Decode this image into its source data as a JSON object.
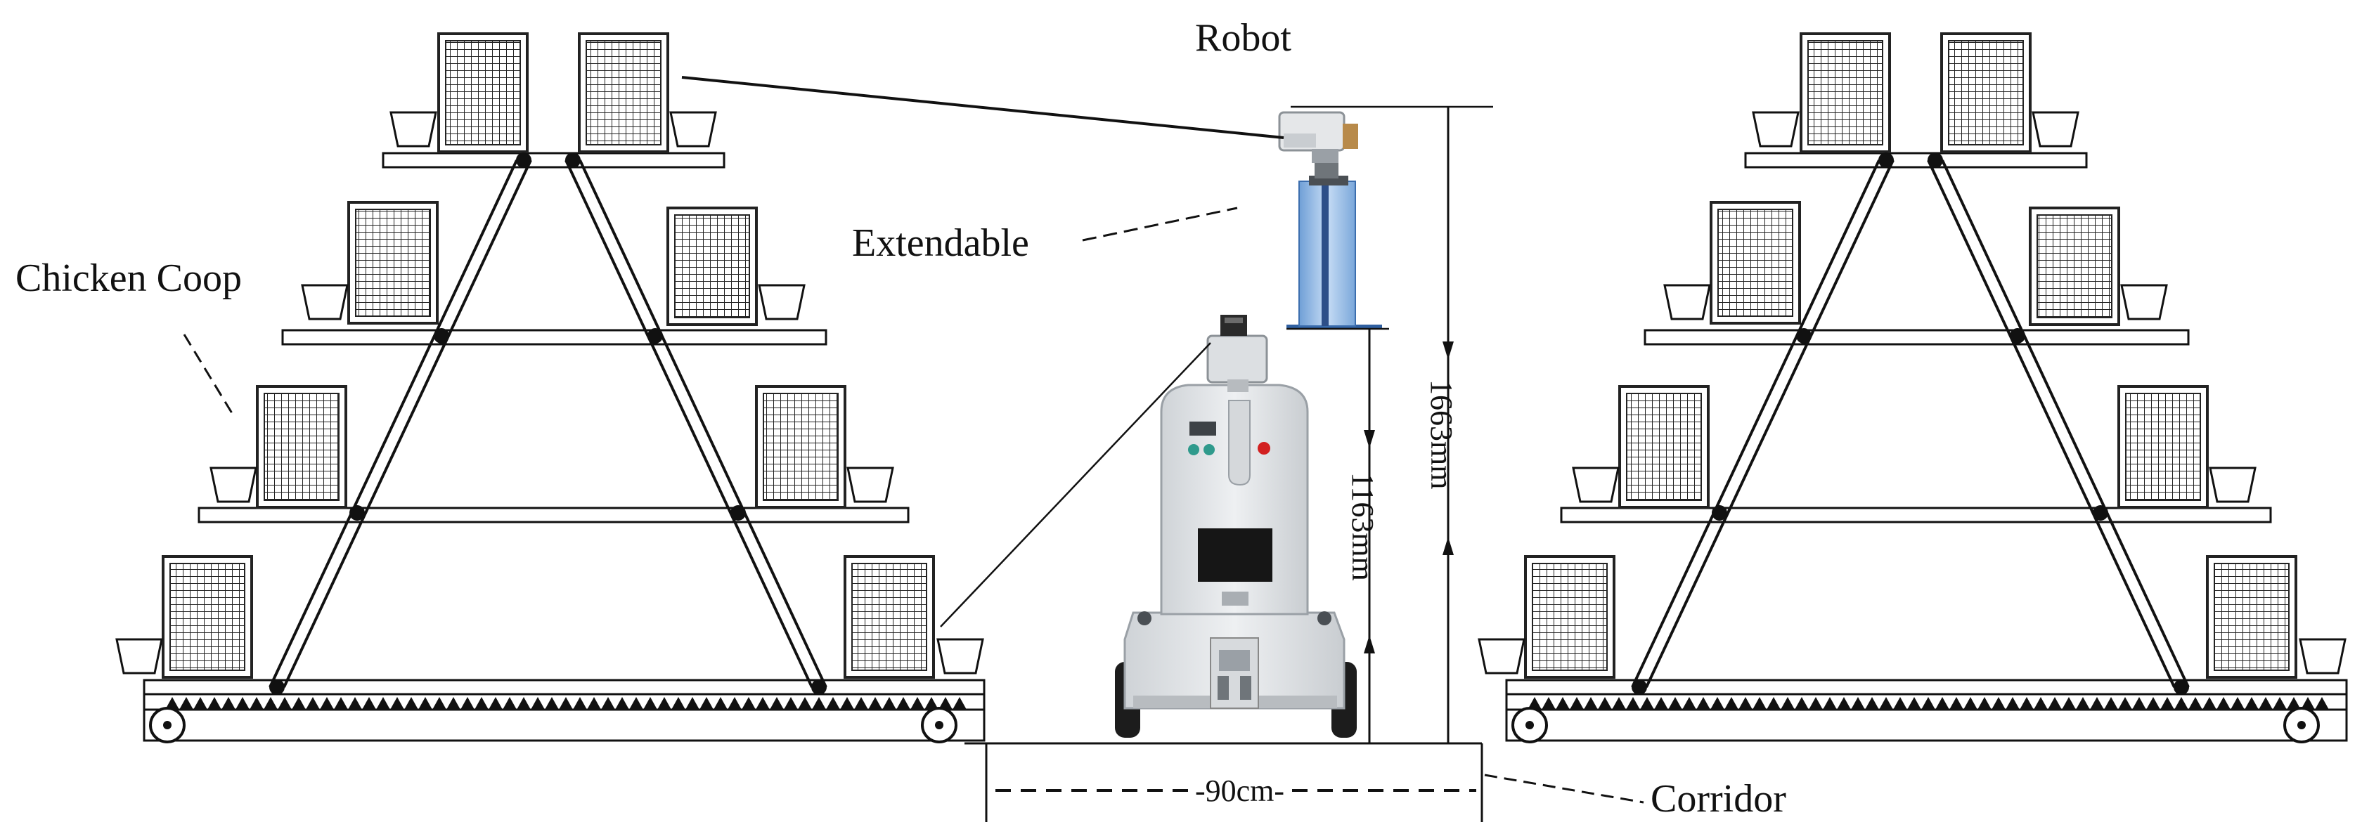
{
  "labels": {
    "robot": "Robot",
    "extendable": "Extendable",
    "chicken_coop": "Chicken Coop",
    "height_full": "1663mm",
    "height_base": "1163mm",
    "corridor_width": "-90cm-",
    "corridor": "Corridor"
  },
  "icons": {
    "cage": "wire-cage-icon",
    "feeder": "feed-trough-icon",
    "pulley": "pulley-wheel-icon",
    "robot": "inspection-robot-icon",
    "camera": "pan-tilt-camera-icon"
  },
  "colors": {
    "line": "#111111",
    "robot_body": "#e6e9ec",
    "mast": "#8fb8e6",
    "camera": "#e2e4e6",
    "screen": "#1a1a1a",
    "background": "#ffffff"
  }
}
